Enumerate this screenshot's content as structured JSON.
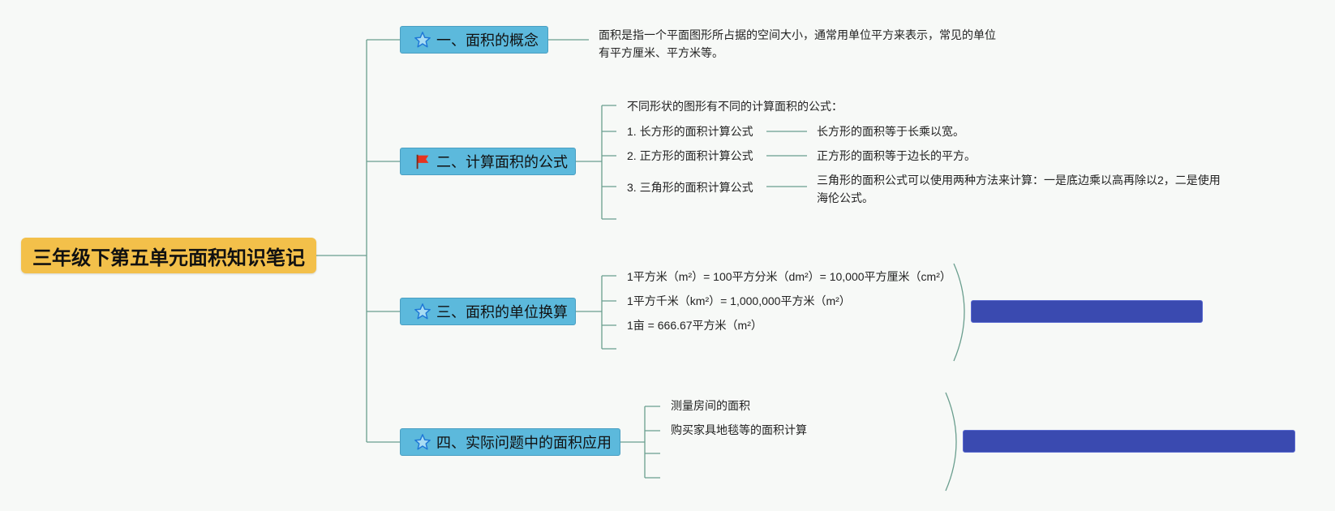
{
  "root": {
    "title": "三年级下第五单元面积知识笔记"
  },
  "topics": [
    {
      "label": "一、面积的概念",
      "icon": "star-icon"
    },
    {
      "label": "二、计算面积的公式",
      "icon": "red-flag-icon"
    },
    {
      "label": "三、面积的单位换算",
      "icon": "star-icon"
    },
    {
      "label": "四、实际问题中的面积应用",
      "icon": "star-icon"
    }
  ],
  "concept": {
    "text": "面积是指一个平面图形所占据的空间大小，通常用单位平方来表示，常见的单位有平方厘米、平方米等。"
  },
  "formulas": {
    "intro": "不同形状的图形有不同的计算面积的公式：",
    "items": [
      {
        "label": "1. 长方形的面积计算公式",
        "detail": "长方形的面积等于长乘以宽。"
      },
      {
        "label": "2. 正方形的面积计算公式",
        "detail": "正方形的面积等于边长的平方。"
      },
      {
        "label": "3. 三角形的面积计算公式",
        "detail": "三角形的面积公式可以使用两种方法来计算：一是底边乘以高再除以2，二是使用海伦公式。"
      }
    ]
  },
  "units": {
    "items": [
      "1平方米（m²）= 100平方分米（dm²）= 10,000平方厘米（cm²）",
      "1平方千米（km²）= 1,000,000平方米（m²）",
      "1亩 = 666.67平方米（m²）"
    ]
  },
  "applications": {
    "items": [
      "测量房间的面积",
      "购买家具地毯等的面积计算"
    ]
  },
  "colors": {
    "root_bg": "#f3c04a",
    "topic_bg": "#5cb9dc",
    "line": "#6a9e8e",
    "summary_bg": "#3a4ab0"
  }
}
